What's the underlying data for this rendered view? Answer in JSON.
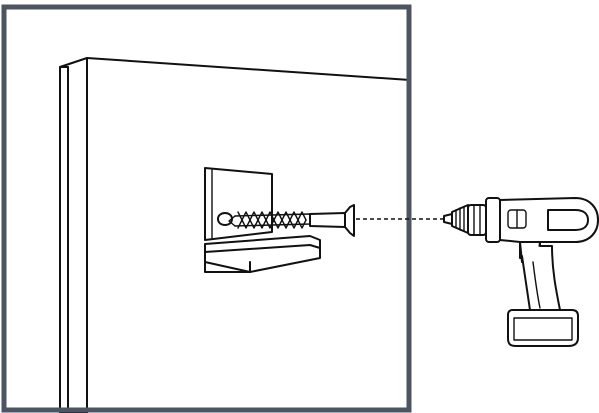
{
  "figure": {
    "kind": "line-art",
    "stroke_color": "#111111",
    "frame_color": "#4d5562",
    "background": "#ffffff",
    "parts": [
      "wall-frame",
      "cabinet-side",
      "angle-bracket",
      "screw",
      "drill-guide-line",
      "cordless-drill"
    ]
  }
}
